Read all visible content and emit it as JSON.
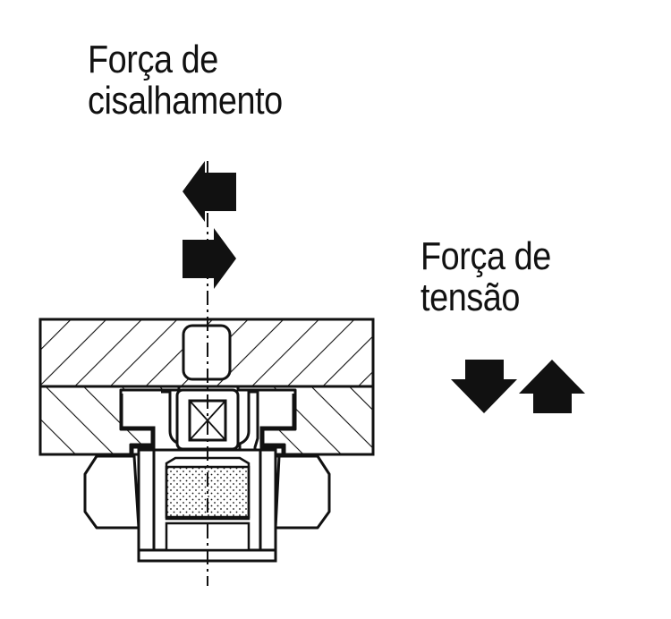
{
  "labels": {
    "shear": {
      "line1": "Força de",
      "line2": "cisalhamento"
    },
    "tension": {
      "line1": "Força de",
      "line2": "tensão"
    }
  },
  "colors": {
    "ink": "#111111",
    "paper": "#ffffff"
  },
  "icons": {
    "shear_arrows": [
      "arrow-left-icon",
      "arrow-right-icon"
    ],
    "tension_arrows": [
      "arrow-down-icon",
      "arrow-up-icon"
    ]
  }
}
